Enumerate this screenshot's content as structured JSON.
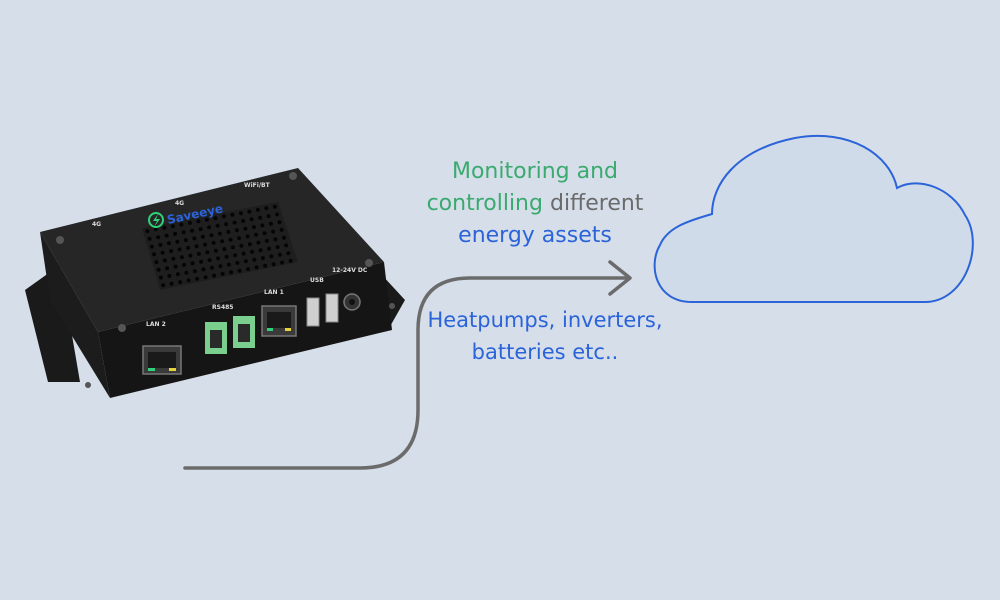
{
  "colors": {
    "background": "#d6deea",
    "green": "#3aaa6e",
    "gray": "#6b6b6b",
    "blue": "#2b63d9",
    "cloud_stroke": "#2b63d9",
    "cloud_fill": "#cfdbe9",
    "line": "#6b6b6b"
  },
  "headline": {
    "part1": "Monitoring and",
    "part2": "controlling",
    "part3": "different",
    "part4": "energy assets"
  },
  "subtext": {
    "line1": "Heatpumps, inverters,",
    "line2": "batteries etc.."
  },
  "device": {
    "brand": "Saveeye",
    "labels": {
      "lte_left": "4G",
      "lte_top": "4G",
      "wifi": "WiFi/BT",
      "rs485": "RS485",
      "lan1": "LAN 1",
      "lan2": "LAN 2",
      "usb": "USB",
      "power": "12-24V DC"
    }
  },
  "icons": {
    "brand_logo": "lightning-bolt-icon",
    "cloud": "cloud-icon",
    "arrow": "arrow-right-icon"
  }
}
